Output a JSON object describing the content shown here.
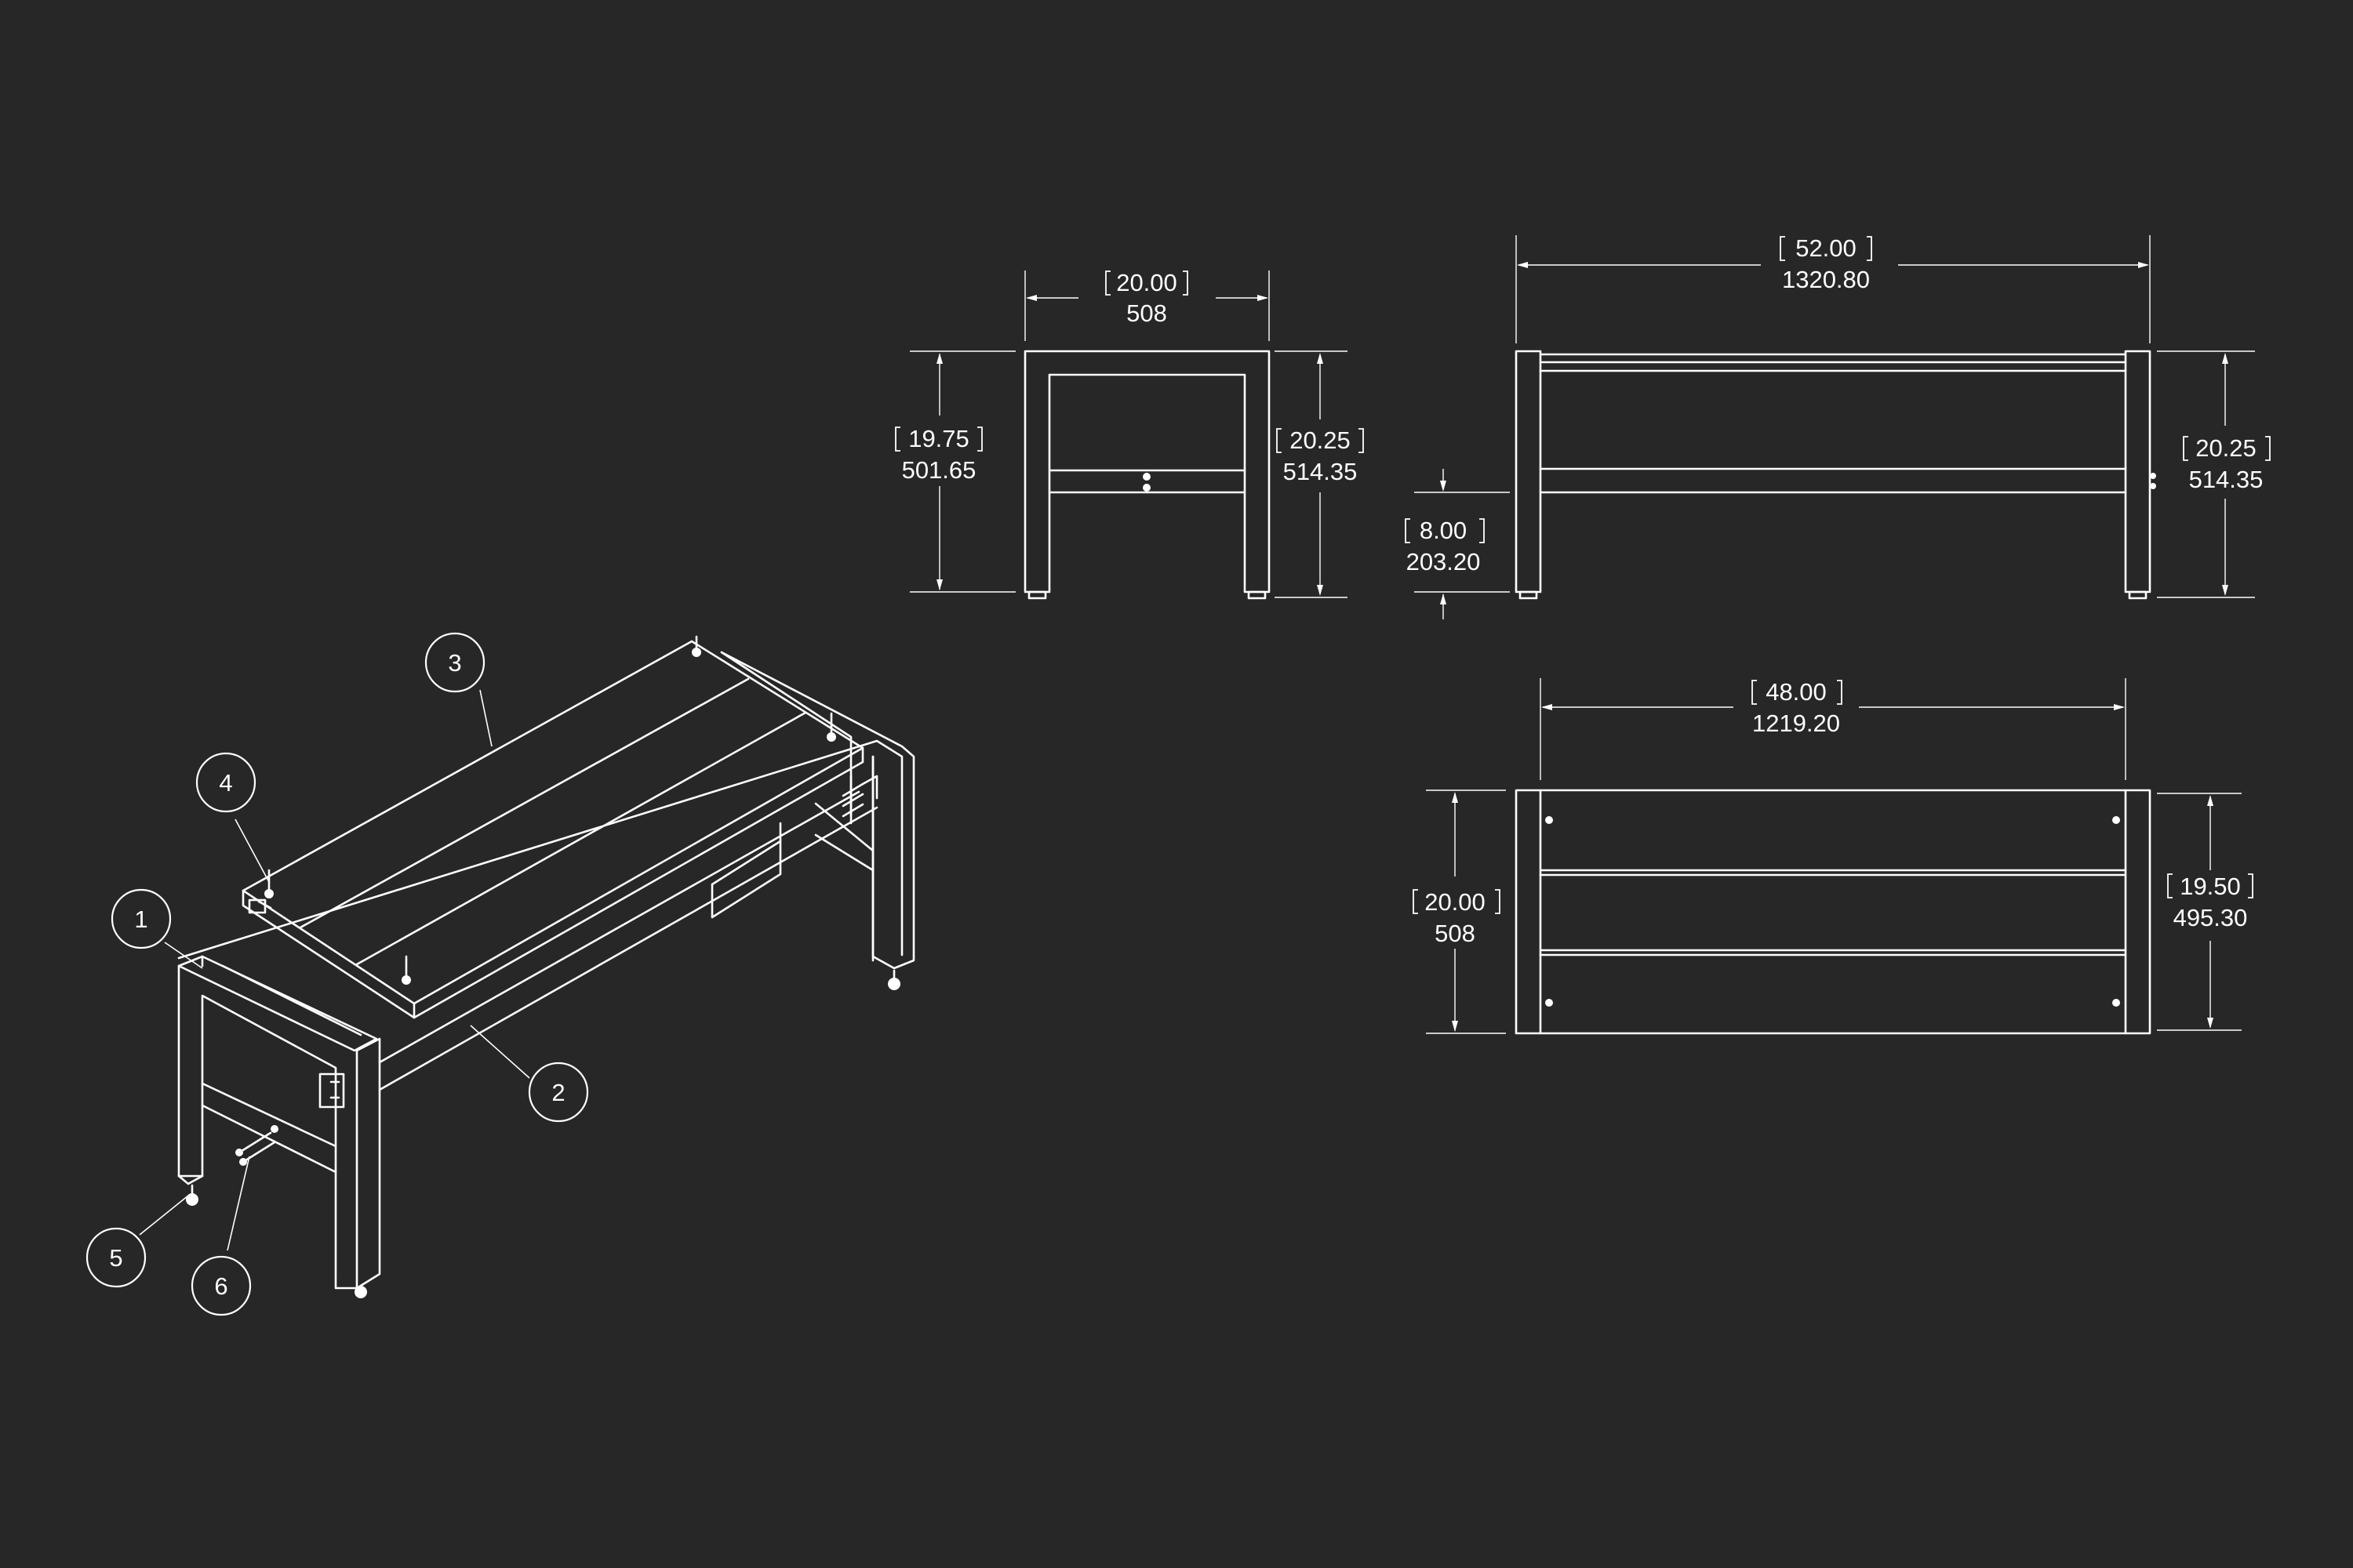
{
  "colors": {
    "background": "#262726",
    "line": "#ffffff"
  },
  "balloons": [
    "1",
    "2",
    "3",
    "4",
    "5",
    "6"
  ],
  "dimensions": {
    "front_width": {
      "inch": "20.00",
      "mm": "508"
    },
    "front_left_height": {
      "inch": "19.75",
      "mm": "501.65"
    },
    "front_right_height": {
      "inch": "20.25",
      "mm": "514.35"
    },
    "side_length": {
      "inch": "52.00",
      "mm": "1320.80"
    },
    "side_height": {
      "inch": "20.25",
      "mm": "514.35"
    },
    "side_stretcher_height": {
      "inch": "8.00",
      "mm": "203.20"
    },
    "top_inner_length": {
      "inch": "48.00",
      "mm": "1219.20"
    },
    "top_left_depth": {
      "inch": "20.00",
      "mm": "508"
    },
    "top_right_depth": {
      "inch": "19.50",
      "mm": "495.30"
    }
  }
}
